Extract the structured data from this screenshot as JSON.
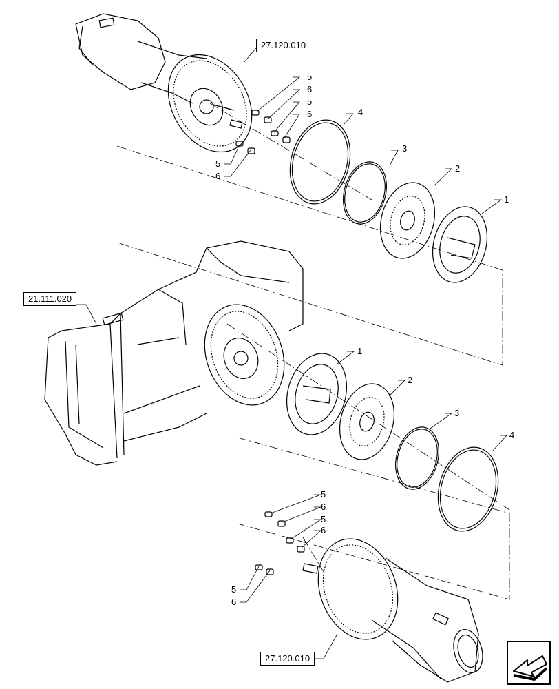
{
  "references": {
    "rear_axle_top": "27.120.010",
    "transmission_housing": "21.111.020",
    "rear_axle_bottom": "27.120.010"
  },
  "callouts": {
    "top": {
      "seal_outer": "4",
      "seal_inner": "3",
      "friction_disc": "2",
      "pressure_plate": "1",
      "stud_a": "5",
      "nut_a": "6",
      "stud_b": "5",
      "nut_b": "6",
      "stud_c": "5",
      "nut_c": "6"
    },
    "bottom": {
      "pressure_plate": "1",
      "friction_disc": "2",
      "seal_inner": "3",
      "seal_outer": "4",
      "stud_a": "5",
      "nut_a": "6",
      "stud_b": "5",
      "nut_b": "6",
      "stud_c": "5",
      "nut_c": "6"
    }
  },
  "icons": {
    "navigation": "next-page-arrow-icon"
  }
}
